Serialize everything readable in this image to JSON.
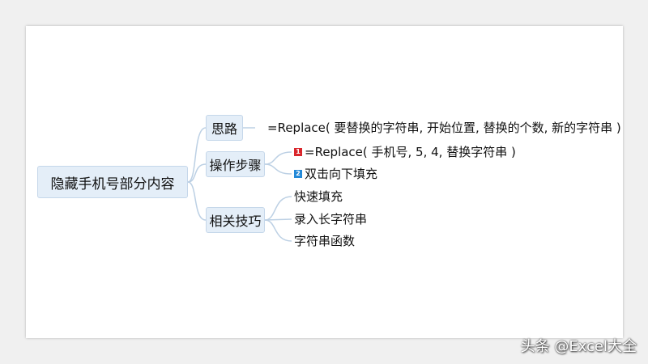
{
  "mindmap": {
    "root": "隐藏手机号部分内容",
    "branches": [
      {
        "label": "思路",
        "children": [
          "=Replace( 要替换的字符串, 开始位置, 替换的个数, 新的字符串 )"
        ]
      },
      {
        "label": "操作步骤",
        "children": [
          {
            "badge": "1",
            "text": "=Replace( 手机号, 5, 4, 替换字符串 )"
          },
          {
            "badge": "2",
            "text": "双击向下填充"
          }
        ]
      },
      {
        "label": "相关技巧",
        "children": [
          "快速填充",
          "录入长字符串",
          "字符串函数"
        ]
      }
    ]
  },
  "watermark": "头条 @Excel大全",
  "colors": {
    "node_fill": "#e4eef8",
    "node_border": "#c5d7ea",
    "connector": "#bcd0e4",
    "badge_red": "#d9262c",
    "badge_blue": "#2389d8"
  }
}
